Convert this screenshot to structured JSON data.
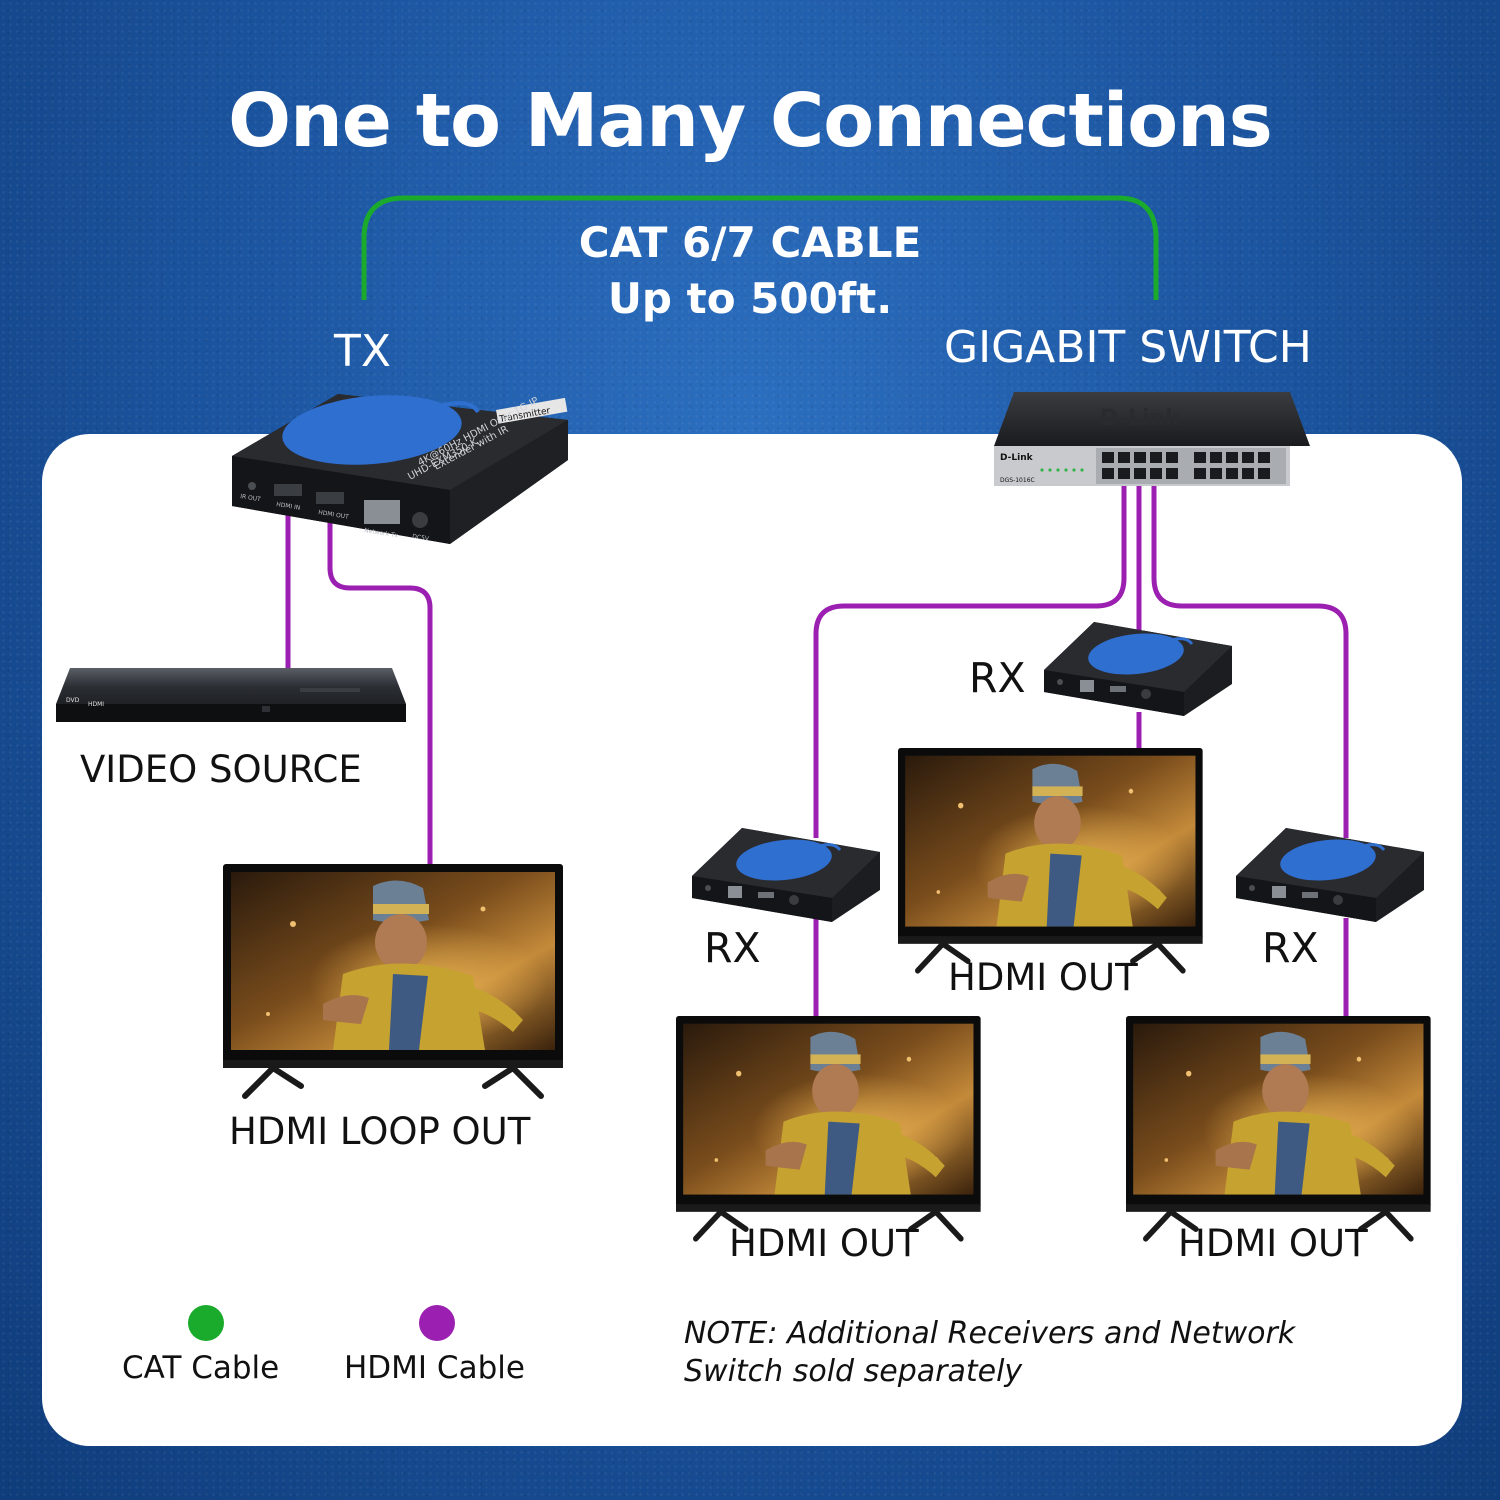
{
  "title": "One to Many Connections",
  "cable": {
    "line1": "CAT 6/7 CABLE",
    "line2": "Up to 500ft."
  },
  "labels": {
    "tx": "TX",
    "switch": "GIGABIT SWITCH",
    "video_source": "VIDEO SOURCE",
    "loop_out": "HDMI LOOP OUT",
    "rx": "RX",
    "hdmi_out": "HDMI OUT"
  },
  "device_text": {
    "switch_brand": "D-Link",
    "switch_model": "DGS-1016C",
    "dvd_brand": "DVD",
    "dvd_hdmi": "HDMI",
    "tx_badge": "Transmitter",
    "tx_model": "UHD-EXM350-K",
    "tx_line1": "4K@60Hz HDMI Over 1G IP",
    "tx_line2": "Extender with IR",
    "tx_port_hdmi_in": "HDMI IN",
    "tx_port_hdmi_out": "HDMI OUT",
    "tx_port_ir": "IR OUT",
    "tx_port_lan": "Network Tx",
    "tx_port_dc": "DC5V"
  },
  "legend": [
    {
      "label": "CAT Cable",
      "color": "#1aab2c"
    },
    {
      "label": "HDMI Cable",
      "color": "#9b1fb0"
    }
  ],
  "note": {
    "line1": "NOTE: Additional Receivers and Network",
    "line2": "Switch sold separately"
  },
  "colors": {
    "cat": "#1aab2c",
    "hdmi": "#9b1fb0",
    "background": "#1d57a3"
  }
}
